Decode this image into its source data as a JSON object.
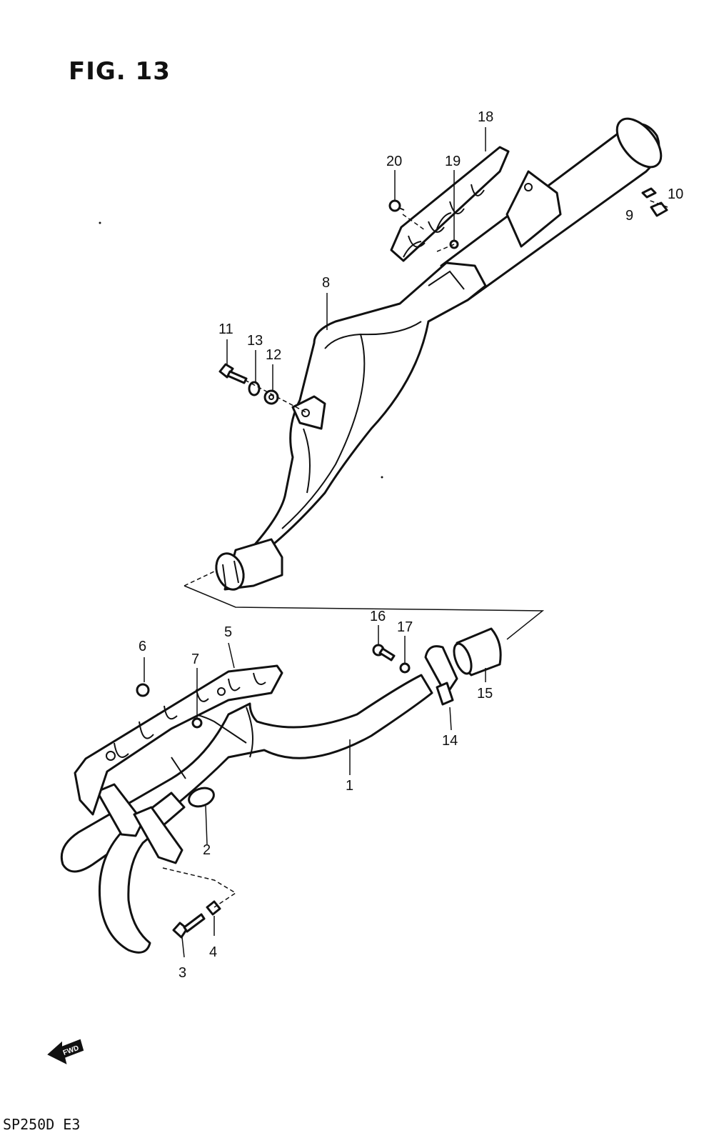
{
  "figure": {
    "title": "FIG. 13",
    "footer": "SP250D  E3",
    "fwd_label": "FWD"
  },
  "callouts": {
    "c1": "1",
    "c2": "2",
    "c3": "3",
    "c4": "4",
    "c5": "5",
    "c6": "6",
    "c7": "7",
    "c8": "8",
    "c9": "9",
    "c10": "10",
    "c11": "11",
    "c12": "12",
    "c13": "13",
    "c14": "14",
    "c15": "15",
    "c16": "16",
    "c17": "17",
    "c18": "18",
    "c19": "19",
    "c20": "20"
  }
}
